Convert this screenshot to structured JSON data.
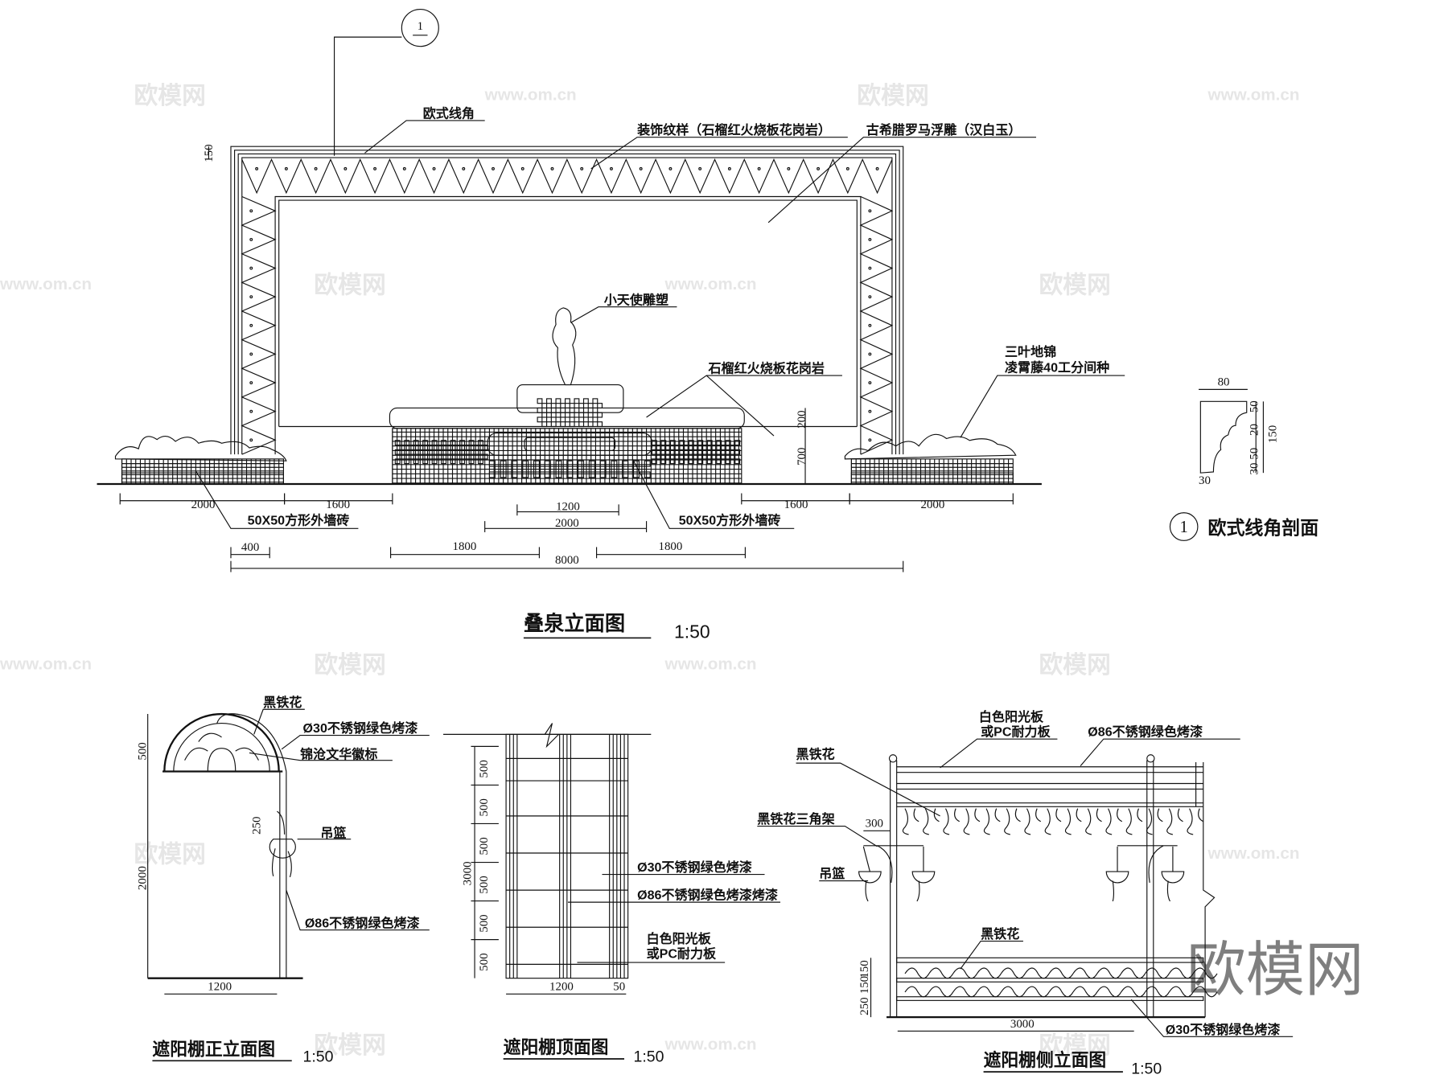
{
  "watermarks": {
    "brand": "欧模网",
    "site": "www.om.cn"
  },
  "fountain": {
    "title": "叠泉立面图",
    "scale": "1:50",
    "callout_number": "1",
    "labels": {
      "moulding": "欧式线角",
      "pattern": "装饰纹样（石榴红火烧板花岗岩）",
      "relief": "古希腊罗马浮雕（汉白玉）",
      "cherub": "小天使雕塑",
      "granite": "石榴红火烧板花岗岩",
      "plant1": "三叶地锦",
      "plant2": "凌霄藤40工分间种",
      "tile_left": "50X50方形外墙砖",
      "tile_right": "50X50方形外墙砖"
    },
    "dims": {
      "d150": "150",
      "d200": "200",
      "d700": "700",
      "left2000": "2000",
      "left1600": "1600",
      "right1600": "1600",
      "right2000": "2000",
      "c1200": "1200",
      "c2000": "2000",
      "d400": "400",
      "l1800": "1800",
      "r1800": "1800",
      "total": "8000"
    }
  },
  "section": {
    "number": "1",
    "title": "欧式线角剖面",
    "dims": {
      "w80": "80",
      "d20": "20",
      "d50a": "50",
      "d150": "150",
      "d3050": "30 50",
      "b30": "30"
    }
  },
  "front": {
    "title": "遮阳棚正立面图",
    "scale": "1:50",
    "labels": {
      "iron": "黑铁花",
      "pipe30": "Ø30不锈钢绿色烤漆",
      "emblem": "锦沧文华徽标",
      "basket": "吊篮",
      "pipe86": "Ø86不锈钢绿色烤漆"
    },
    "dims": {
      "d500": "500",
      "d2000": "2000",
      "d250": "250",
      "w1200": "1200"
    }
  },
  "top": {
    "title": "遮阳棚顶面图",
    "scale": "1:50",
    "labels": {
      "pipe30": "Ø30不锈钢绿色烤漆",
      "pipe86": "Ø86不锈钢绿色烤漆烤漆",
      "panel1": "白色阳光板",
      "panel2": "或PC耐力板"
    },
    "dims": {
      "segments": [
        "500",
        "500",
        "500",
        "500",
        "500",
        "500"
      ],
      "total": "3000",
      "w1200": "1200",
      "w50": "50"
    }
  },
  "side": {
    "title": "遮阳棚侧立面图",
    "scale": "1:50",
    "labels": {
      "panel1": "白色阳光板",
      "panel2": "或PC耐力板",
      "pipe86": "Ø86不锈钢绿色烤漆",
      "iron": "黑铁花",
      "bracket": "黑铁花三角架",
      "basket": "吊篮",
      "iron2": "黑铁花",
      "pipe30": "Ø30不锈钢绿色烤漆"
    },
    "dims": {
      "d300": "300",
      "d150a": "150",
      "d150b": "150",
      "d250": "250",
      "w3000": "3000"
    }
  }
}
